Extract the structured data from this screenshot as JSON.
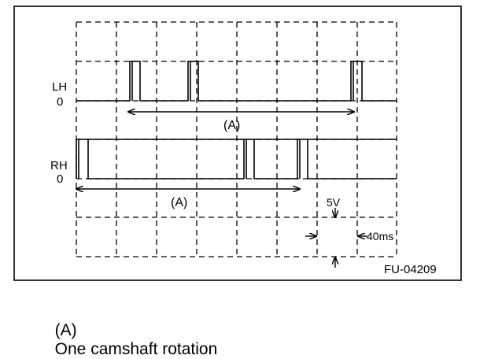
{
  "figure_id": "FU-04209",
  "channels": [
    {
      "name": "LH",
      "zero_label": "0"
    },
    {
      "name": "RH",
      "zero_label": "0"
    }
  ],
  "span_label_lh": "(A)",
  "span_label_rh": "(A)",
  "scale": {
    "voltage": "5V",
    "time": "40ms"
  },
  "caption": {
    "tag": "(A)",
    "text": "One camshaft rotation"
  }
}
